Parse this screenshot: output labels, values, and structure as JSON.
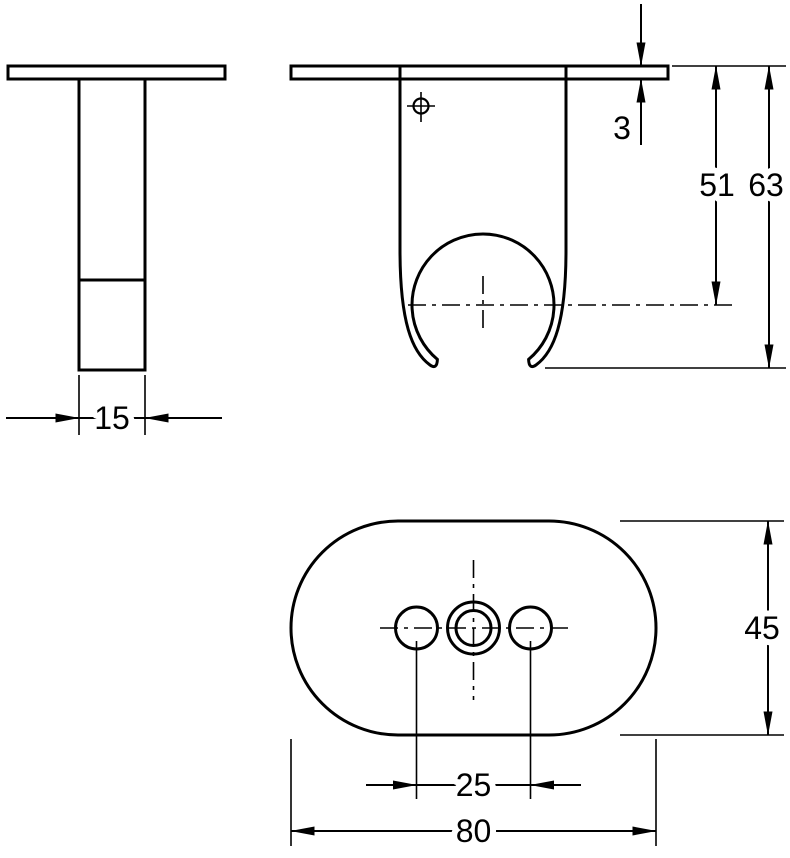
{
  "page": {
    "background": "#ffffff",
    "line_color": "#000000",
    "kind": "technical-dimension-drawing"
  },
  "dimensions": {
    "stem_width": "15",
    "plate_thickness": "3",
    "cradle_center_height": "51",
    "total_height": "63",
    "base_height": "45",
    "hole_spacing": "25",
    "base_width": "80"
  }
}
